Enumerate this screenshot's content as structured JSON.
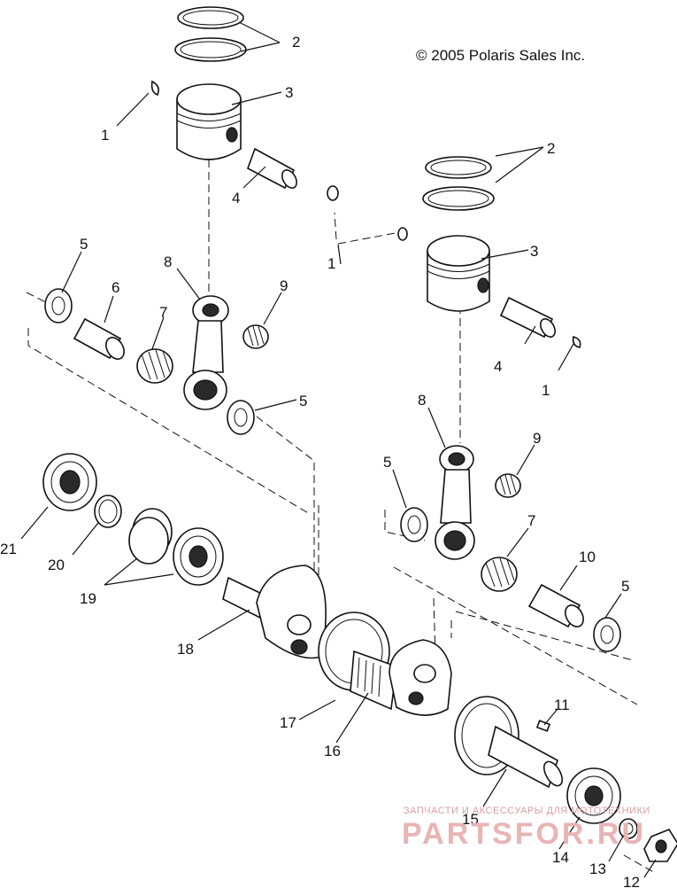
{
  "copyright": "© 2005 Polaris Sales Inc.",
  "watermark": {
    "line1": "ЗАПЧАСТИ И АКСЕССУАРЫ ДЛЯ МОТОТЕХНИКИ",
    "line2": "PARTSFOR.RU"
  },
  "callouts": {
    "c1a": "1",
    "c2a": "2",
    "c3a": "3",
    "c4a": "4",
    "c5a": "5",
    "c6": "6",
    "c7a": "7",
    "c8a": "8",
    "c9a": "9",
    "c5b": "5",
    "c2b": "2",
    "c3b": "3",
    "c1b": "1",
    "c4b": "4",
    "c1c": "1",
    "c8b": "8",
    "c9b": "9",
    "c5c": "5",
    "c7b": "7",
    "c10": "10",
    "c5d": "5",
    "c21": "21",
    "c20": "20",
    "c19": "19",
    "c18": "18",
    "c17": "17",
    "c16": "16",
    "c11": "11",
    "c15": "15",
    "c14": "14",
    "c13": "13",
    "c12": "12"
  }
}
